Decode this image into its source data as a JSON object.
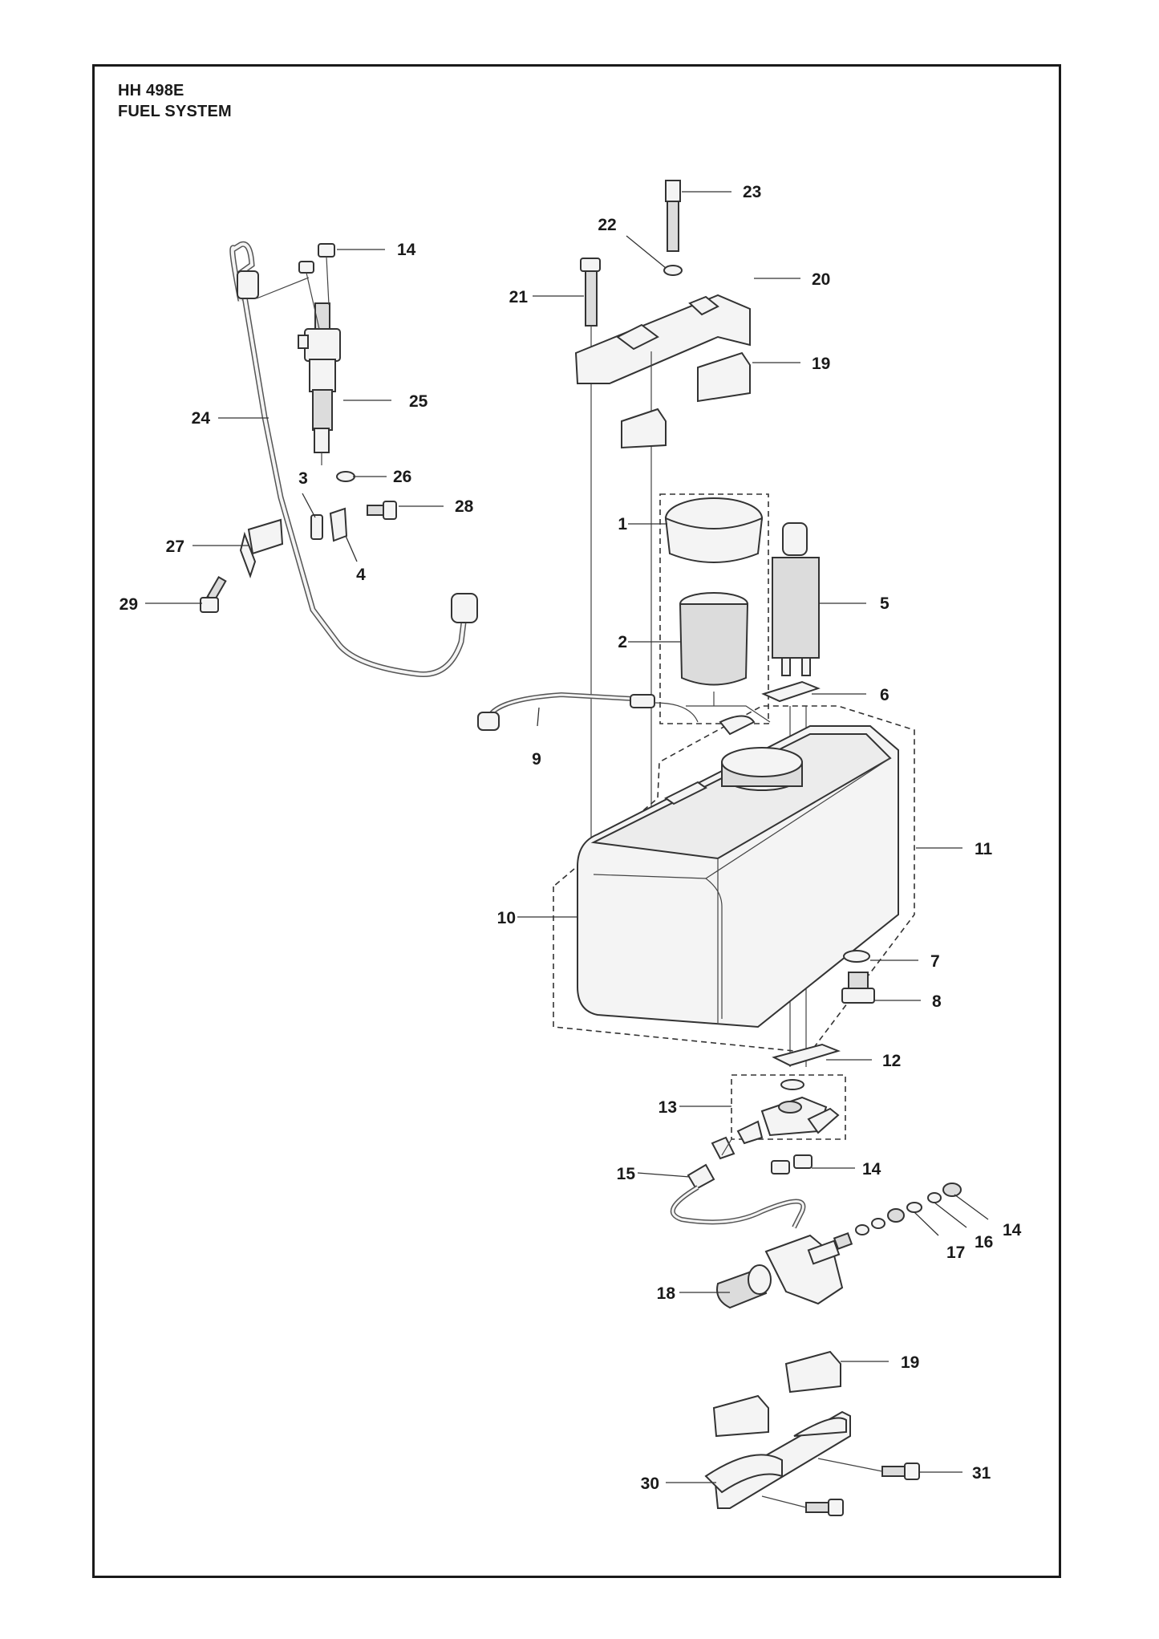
{
  "header": {
    "model": "HH 498E",
    "section": "FUEL SYSTEM"
  },
  "callouts": [
    {
      "id": "c1",
      "text": "1"
    },
    {
      "id": "c2",
      "text": "2"
    },
    {
      "id": "c3",
      "text": "3"
    },
    {
      "id": "c4",
      "text": "4"
    },
    {
      "id": "c5",
      "text": "5"
    },
    {
      "id": "c6",
      "text": "6"
    },
    {
      "id": "c7",
      "text": "7"
    },
    {
      "id": "c8",
      "text": "8"
    },
    {
      "id": "c9",
      "text": "9"
    },
    {
      "id": "c10",
      "text": "10"
    },
    {
      "id": "c11",
      "text": "11"
    },
    {
      "id": "c12",
      "text": "12"
    },
    {
      "id": "c13",
      "text": "13"
    },
    {
      "id": "c14a",
      "text": "14"
    },
    {
      "id": "c14b",
      "text": "14"
    },
    {
      "id": "c14c",
      "text": "14"
    },
    {
      "id": "c15",
      "text": "15"
    },
    {
      "id": "c16",
      "text": "16"
    },
    {
      "id": "c17",
      "text": "17"
    },
    {
      "id": "c18",
      "text": "18"
    },
    {
      "id": "c19a",
      "text": "19"
    },
    {
      "id": "c19b",
      "text": "19"
    },
    {
      "id": "c20",
      "text": "20"
    },
    {
      "id": "c21",
      "text": "21"
    },
    {
      "id": "c22",
      "text": "22"
    },
    {
      "id": "c23",
      "text": "23"
    },
    {
      "id": "c24",
      "text": "24"
    },
    {
      "id": "c25",
      "text": "25"
    },
    {
      "id": "c26",
      "text": "26"
    },
    {
      "id": "c27",
      "text": "27"
    },
    {
      "id": "c28",
      "text": "28"
    },
    {
      "id": "c29",
      "text": "29"
    },
    {
      "id": "c30",
      "text": "30"
    },
    {
      "id": "c31",
      "text": "31"
    }
  ]
}
